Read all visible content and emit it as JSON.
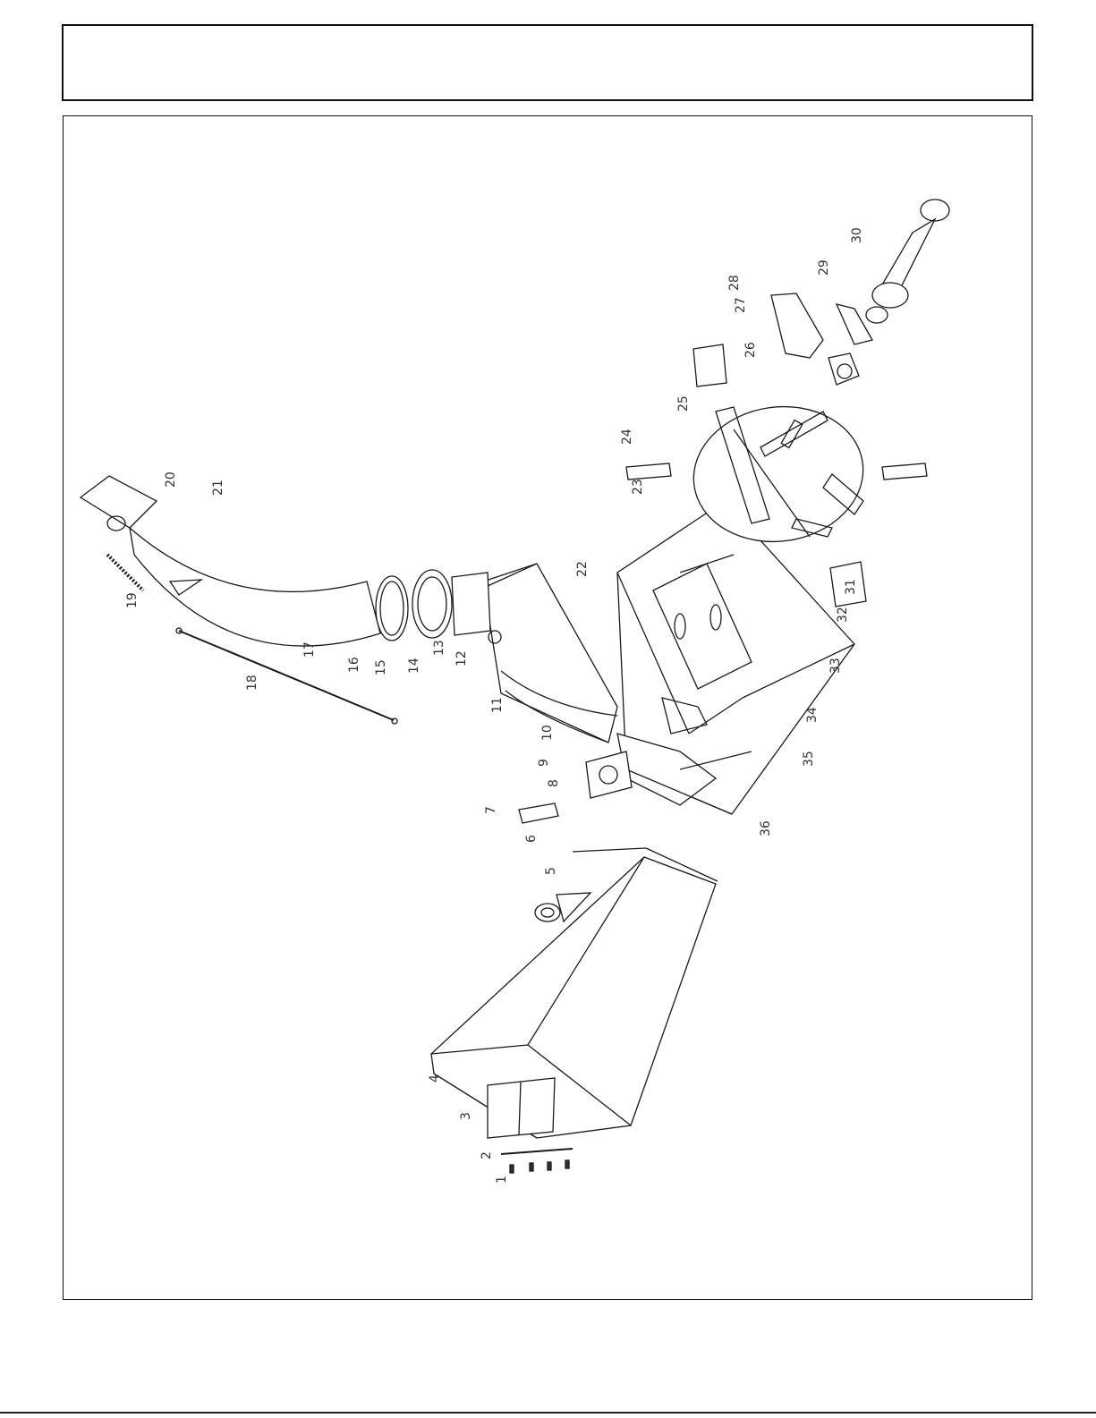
{
  "header": {
    "title": ""
  },
  "diagram": {
    "callouts": [
      "1",
      "2",
      "3",
      "4",
      "5",
      "6",
      "7",
      "8",
      "9",
      "10",
      "11",
      "12",
      "13",
      "14",
      "15",
      "16",
      "17",
      "18",
      "19",
      "20",
      "21",
      "22",
      "23",
      "24",
      "25",
      "26",
      "27",
      "28",
      "29",
      "30",
      "31",
      "32",
      "33",
      "34",
      "35",
      "36"
    ]
  },
  "colors": {
    "line": "#1a1a1a",
    "label": "#333333",
    "frame": "#111111"
  }
}
